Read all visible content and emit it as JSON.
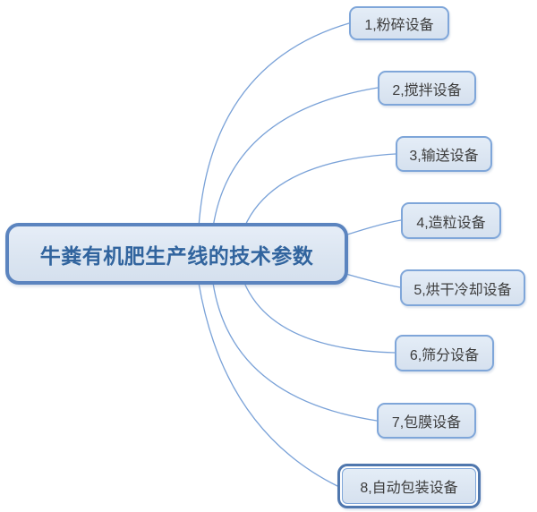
{
  "diagram": {
    "root": {
      "label": "牛粪有机肥生产线的技术参数"
    },
    "branches": [
      {
        "label": "1,粉碎设备",
        "selected": false
      },
      {
        "label": "2,搅拌设备",
        "selected": false
      },
      {
        "label": "3,输送设备",
        "selected": false
      },
      {
        "label": "4,造粒设备",
        "selected": false
      },
      {
        "label": "5,烘干冷却设备",
        "selected": false
      },
      {
        "label": "6,筛分设备",
        "selected": false
      },
      {
        "label": "7,包膜设备",
        "selected": false
      },
      {
        "label": "8,自动包装设备",
        "selected": true
      }
    ],
    "colors": {
      "background": "#ffffff",
      "root_border": "#5b84bf",
      "root_fill": "#dbe5f1",
      "root_text": "#31649e",
      "branch_border": "#7fa6d9",
      "branch_fill": "#dce6f2",
      "branch_text": "#3d3d3d",
      "connector": "#7aa2d8",
      "selected_outer_border": "#4f77ae"
    }
  }
}
